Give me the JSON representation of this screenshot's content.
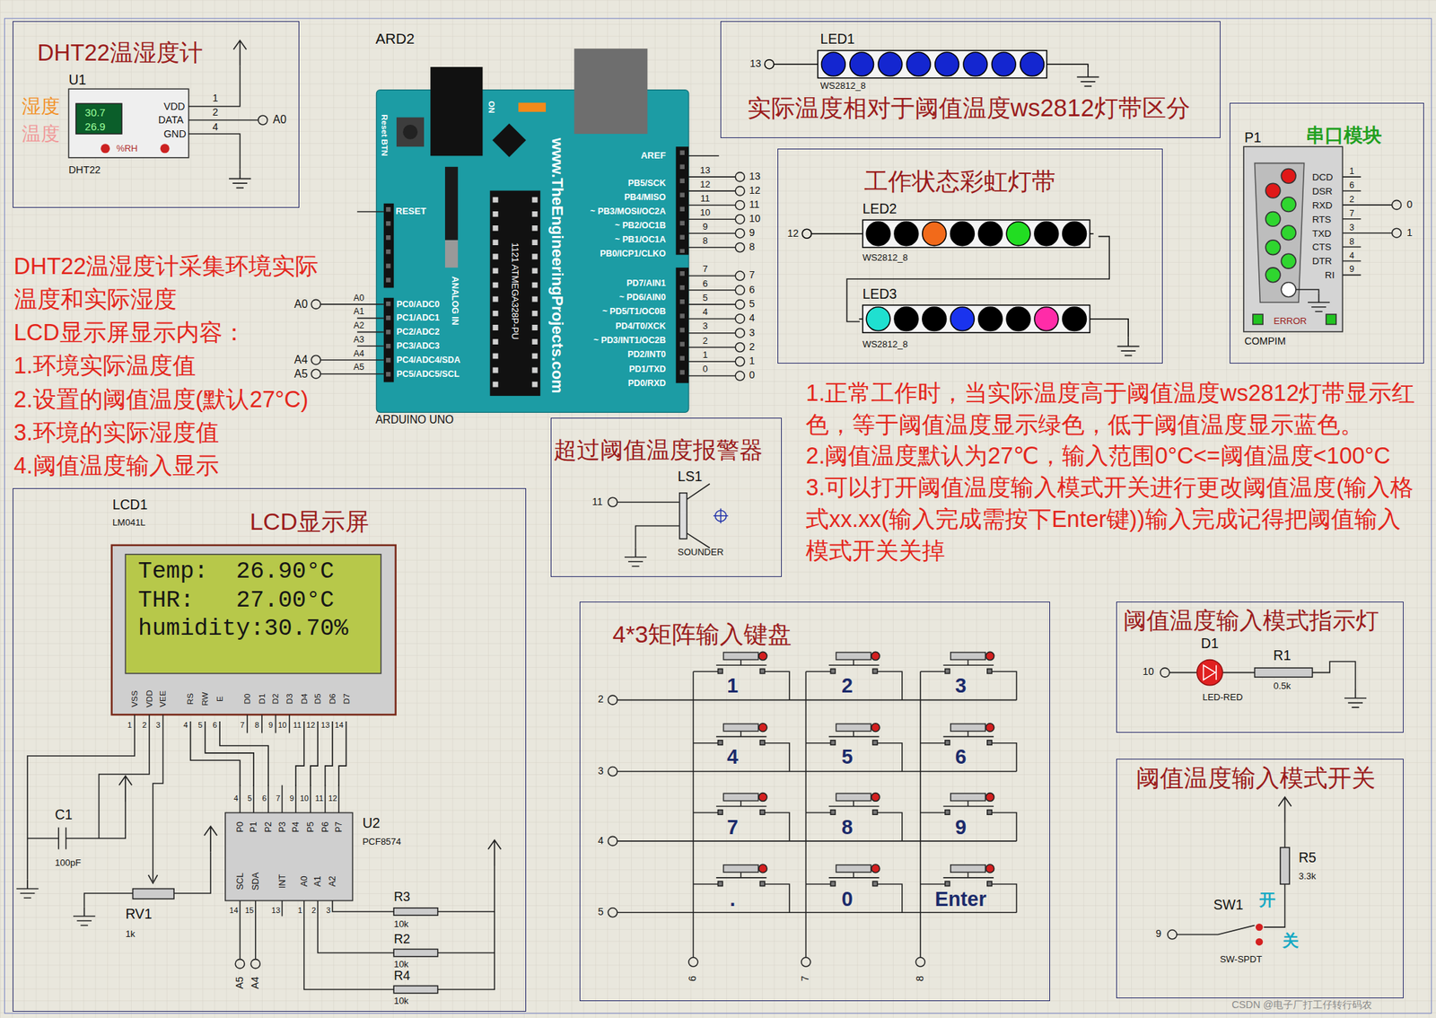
{
  "diagram": {
    "nodes": [
      {
        "text": [
          "DHT22温湿度计"
        ]
      },
      {
        "text": [
          "VDD",
          "DATA",
          "GND"
        ],
        "in": 0
      },
      {
        "text": [
          "30.7",
          "26.9"
        ],
        "in": 1
      },
      {
        "text": [
          "ARD2",
          "www.TheEngineeringProjects.com",
          "ARDUINO UNO"
        ]
      },
      {
        "text": [
          "1121 ATMEGA328P-PU"
        ],
        "in": 3
      },
      {
        "text": [
          "实际温度相对于阈值温度ws2812灯带区分"
        ]
      },
      {
        "text": [
          "LED1",
          "WS2812_8"
        ],
        "in": 5
      },
      {
        "text": [
          "工作状态彩虹灯带"
        ]
      },
      {
        "text": [
          "LED2",
          "WS2812_8"
        ],
        "in": 7
      },
      {
        "text": [
          "LED3",
          "WS2812_8"
        ],
        "in": 7
      },
      {
        "text": [
          "串口模块"
        ]
      },
      {
        "text": [
          "P1",
          "DCD",
          "DSR",
          "RXD",
          "RTS",
          "TXD",
          "CTS",
          "DTR",
          "RI",
          "ERROR",
          "COMPIM"
        ],
        "in": 10
      },
      {
        "text": [
          "超过阈值温度报警器"
        ]
      },
      {
        "text": [
          "LCD显示屏"
        ]
      },
      {
        "text": [
          "LCD1",
          "LM041L",
          "Temp:  26.90°C",
          "THR:   27.00°C",
          "humidity:30.70%"
        ],
        "in": 13
      },
      {
        "text": [
          "U2",
          "PCF8574"
        ],
        "in": 13
      },
      {
        "text": [
          "4*3矩阵输入键盘"
        ]
      },
      {
        "text": [
          "阈值温度输入模式指示灯"
        ]
      },
      {
        "text": [
          "阈值温度输入模式开关"
        ]
      }
    ],
    "edges": [
      {
        "from": 8,
        "to": 9,
        "arrow": "none"
      },
      {
        "from": 14,
        "to": 15,
        "arrow": "none"
      },
      {
        "from": 14,
        "to": 15,
        "arrow": "none"
      },
      {
        "from": 14,
        "to": 15,
        "arrow": "none"
      },
      {
        "from": 14,
        "to": 15,
        "arrow": "none"
      },
      {
        "from": 14,
        "to": 15,
        "arrow": "none"
      },
      {
        "from": 14,
        "to": 15,
        "arrow": "none"
      },
      {
        "from": 14,
        "to": 15,
        "arrow": "none"
      }
    ],
    "labels": [
      "U1",
      "湿度",
      "温度",
      "%RH",
      "1",
      "2",
      "4",
      "A0",
      "DHT22",
      "A0",
      "A4",
      "A5",
      "A0",
      "A1",
      "A2",
      "A3",
      "A4",
      "A5",
      "PC0/ADC0",
      "PC1/ADC1",
      "PC2/ADC2",
      "PC3/ADC3",
      "PC4/ADC4/SDA",
      "PC5/ADC5/SCL",
      "RESET",
      "ANALOG IN",
      "Reset BTN",
      "ON",
      "AREF",
      "PB5/SCK",
      "PB4/MISO",
      "~ PB3/MOSI/OC2A",
      "~ PB2/OC1B",
      "~ PB1/OC1A",
      "PB0/ICP1/CLKO",
      "PD7/AIN1",
      "~ PD6/AIN0",
      "~ PD5/T1/OC0B",
      "PD4/T0/XCK",
      "~ PD3/INT1/OC2B",
      "PD2/INT0",
      "PD1/TXD",
      "PD0/RXD",
      "13",
      "12",
      "11",
      "10",
      "9",
      "8",
      "7",
      "6",
      "5",
      "4",
      "3",
      "2",
      "1",
      "0",
      "13",
      "12",
      "11",
      "10",
      "9",
      "8",
      "7",
      "6",
      "5",
      "4",
      "3",
      "2",
      "1",
      "0",
      "13",
      "12",
      "1",
      "6",
      "2",
      "7",
      "3",
      "8",
      "4",
      "9",
      "0",
      "1",
      "LS1",
      "11",
      "SOUNDER",
      "VSS",
      "VDD",
      "VEE",
      "RS",
      "RW",
      "E",
      "D0",
      "D1",
      "D2",
      "D3",
      "D4",
      "D5",
      "D6",
      "D7",
      "1",
      "2",
      "3",
      "4",
      "5",
      "6",
      "7",
      "8",
      "9",
      "10",
      "11",
      "12",
      "13",
      "14",
      "C1",
      "100pF",
      "RV1",
      "1k",
      "P0",
      "P1",
      "P2",
      "P3",
      "P4",
      "P5",
      "P6",
      "P7",
      "SCL",
      "SDA",
      "INT",
      "A0",
      "A1",
      "A2",
      "4",
      "5",
      "6",
      "7",
      "9",
      "10",
      "11",
      "12",
      "14",
      "15",
      "13",
      "1",
      "2",
      "3",
      "R3",
      "10k",
      "R2",
      "10k",
      "R4",
      "10k",
      "A5",
      "A4",
      "1",
      "2",
      "3",
      "4",
      "5",
      "6",
      "7",
      "8",
      "9",
      ".",
      "0",
      "Enter",
      "2",
      "3",
      "4",
      "5",
      "6",
      "7",
      "8",
      "D1",
      "10",
      "R1",
      "0.5k",
      "LED-RED",
      "R5",
      "3.3k",
      "SW1",
      "开",
      "关",
      "9",
      "SW-SPDT",
      "DHT22温湿度计采集环境实际温度和实际湿度",
      "LCD显示屏显示内容：",
      "1.环境实际温度值",
      "2.设置的阈值温度(默认27°C)",
      "3.环境的实际湿度值",
      "4.阈值温度输入显示",
      "1.正常工作时，当实际温度高于阈值温度ws2812灯带显示红色，等于阈值温度显示绿色，低于阈值温度显示蓝色。",
      "2.阈值温度默认为27℃，输入范围0°C<=阈值温度<100°C",
      "3.可以打开阈值温度输入模式开关进行更改阈值温度(输入格式xx.xx(输入完成需按下Enter键))输入完成记得把阈值输入模式开关关掉",
      "CSDN @电子厂打工仔转行码农"
    ]
  }
}
